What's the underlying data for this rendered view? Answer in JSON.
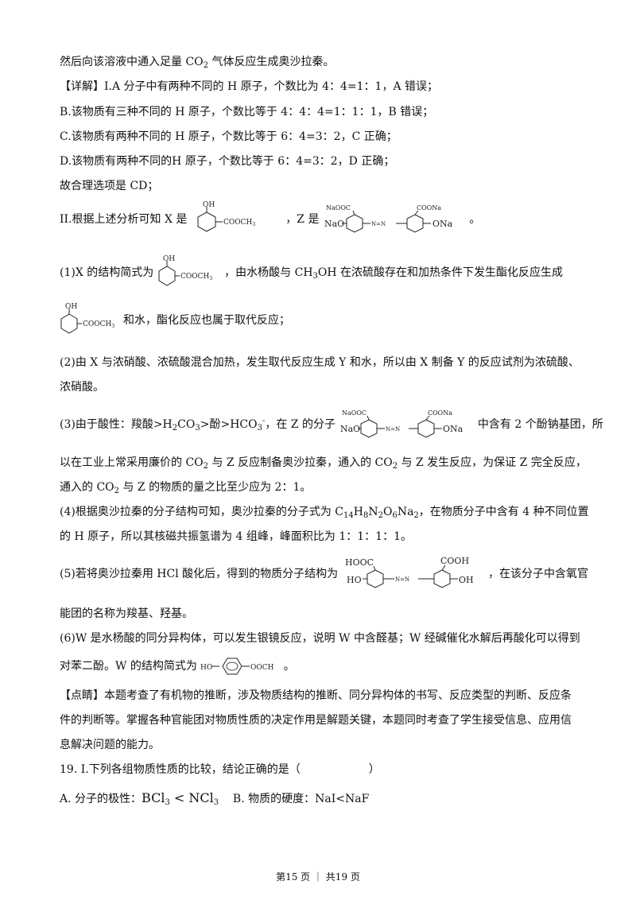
{
  "lines": {
    "l1": {
      "a": "然后向该溶液中通入足量 CO",
      "s": "2",
      "b": " 气体反应生成奥沙拉秦。"
    },
    "l2": "【详解】I.A 分子中有两种不同的 H 原子，个数比为 4：4=1：1，A 错误；",
    "l3": "B.该物质有三种不同的 H 原子，个数比等于 4：4：4=1：1：1，B 错误；",
    "l4": "C.该物质有两种不同的 H 原子，个数比等于 6：4=3：2，C 正确；",
    "l5": "D.该物质有两种不同的H 原子，个数比等于 6：4=3：2，D 正确；",
    "l6": "故合理选项是 CD；",
    "l7": {
      "a": "II.根据上述分析可知 X 是",
      "b": "，Z 是",
      "c": "。"
    },
    "l8": {
      "a": "(1)X 的结构简式为",
      "b": "，由水杨酸与 CH",
      "s": "3",
      "c": "OH 在浓硫酸存在和加热条件下发生酯化反应生成"
    },
    "l9": {
      "b": "和水，酯化反应也属于取代反应；"
    },
    "l10": "(2)由 X 与浓硝酸、浓硫酸混合加热，发生取代反应生成 Y 和水，所以由 X 制备 Y 的反应试剂为浓硫酸、",
    "l11": "浓硝酸。",
    "l12": {
      "a": "(3)由于酸性：羧酸>H",
      "s1": "2",
      "b": "CO",
      "s2": "3",
      "c": ">酚>HCO",
      "s3": "3",
      "sup": "-",
      "d": "，在 Z 的分子",
      "e": "中含有 2 个酚钠基团，所"
    },
    "l13": {
      "a": "以在工业上常采用廉价的 CO",
      "s": "2",
      "b": " 与 Z 反应制备奥沙拉秦，通入的 CO",
      "s2": "2",
      "c": " 与 Z 发生反应，为保证 Z 完全反应，"
    },
    "l14": {
      "a": "通入的 CO",
      "s": "2",
      "b": " 与 Z 的物质的量之比至少应为 2：1。"
    },
    "l15": {
      "a": "(4)根据奥沙拉秦的分子结构可知，奥沙拉秦的分子式为 C",
      "s1": "14",
      "b": "H",
      "s2": "8",
      "c": "N",
      "s3": "2",
      "d": "O",
      "s4": "6",
      "e": "Na",
      "s5": "2",
      "f": "，在物质分子中含有 4 种不同位置"
    },
    "l16": "的 H 原子，所以其核磁共振氢谱为 4 组峰，峰面积比为 1：1：1：1。",
    "l17": {
      "a": "(5)若将奥沙拉秦用 HCl 酸化后，得到的物质分子结构为",
      "b": "，在该分子中含氧官"
    },
    "l18": "能团的名称为羧基、羟基。",
    "l19": "(6)W 是水杨酸的同分异构体，可以发生银镜反应，说明 W 中含醛基；W 经碱催化水解后再酸化可以得到",
    "l20": {
      "a": "对苯二酚。W 的结构简式为",
      "b": "。"
    },
    "l21": "【点睛】本题考查了有机物的推断，涉及物质结构的推断、同分异构体的书写、反应类型的判断、反应条",
    "l22": "件的判断等。掌握各种官能团对物质性质的决定作用是解题关键，本题同时考查了学生接受信息、应用信",
    "l23": "息解决问题的能力。",
    "l24": {
      "a": "19. I.下列各组物质性质的比较，结论正确的是（",
      "b": "）"
    },
    "l25": {
      "a": "A. 分子的极性：",
      "b": "BCl",
      "s1": "3",
      "c": " < NCl",
      "s2": "3",
      "d": "    B. 物质的硬度：NaI<NaF"
    }
  },
  "molecules": {
    "x": {
      "oh": "OH",
      "ester": "COOCH",
      "sub": "3"
    },
    "z": {
      "top_left": "NaOOC",
      "top_right": "COONa",
      "left": "NaO",
      "right": "ONa",
      "azo": "N=N"
    },
    "acid": {
      "top_left": "HOOC",
      "top_right": "COOH",
      "left": "HO",
      "right": "OH",
      "azo": "N=N"
    },
    "w": {
      "left": "HO",
      "right": "OOCH"
    }
  },
  "footer": "第15 页 ｜ 共19 页"
}
